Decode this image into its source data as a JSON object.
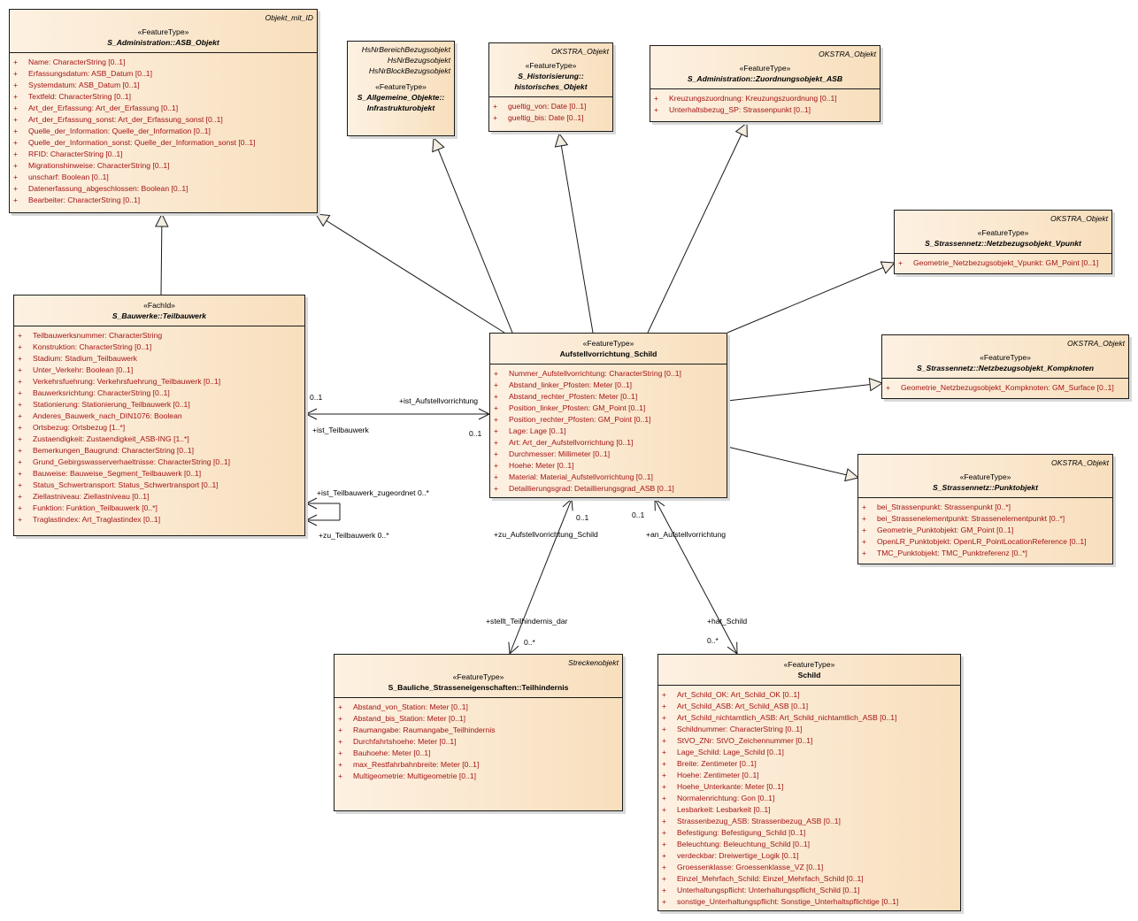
{
  "diagram": {
    "type": "UML class diagram",
    "classes": {
      "asb_objekt": {
        "parents": [
          "Objekt_mit_ID"
        ],
        "stereotype": "«FeatureType»",
        "name": "S_Administration::ASB_Objekt",
        "attributes": [
          {
            "vis": "+",
            "text": "Name: CharacterString [0..1]"
          },
          {
            "vis": "+",
            "text": "Erfassungsdatum: ASB_Datum [0..1]"
          },
          {
            "vis": "+",
            "text": "Systemdatum: ASB_Datum [0..1]"
          },
          {
            "vis": "+",
            "text": "Textfeld: CharacterString [0..1]"
          },
          {
            "vis": "+",
            "text": "Art_der_Erfassung: Art_der_Erfassung [0..1]"
          },
          {
            "vis": "+",
            "text": "Art_der_Erfassung_sonst: Art_der_Erfassung_sonst [0..1]"
          },
          {
            "vis": "+",
            "text": "Quelle_der_Information: Quelle_der_Information [0..1]"
          },
          {
            "vis": "+",
            "text": "Quelle_der_Information_sonst: Quelle_der_Information_sonst [0..1]"
          },
          {
            "vis": "+",
            "text": "RFID: CharacterString [0..1]"
          },
          {
            "vis": "+",
            "text": "Migrationshinweise: CharacterString [0..1]"
          },
          {
            "vis": "+",
            "text": "unscharf: Boolean [0..1]"
          },
          {
            "vis": "+",
            "text": "Datenerfassung_abgeschlossen: Boolean [0..1]"
          },
          {
            "vis": "+",
            "text": "Bearbeiter: CharacterString [0..1]"
          }
        ]
      },
      "infrastrukturobjekt": {
        "parents": [
          "HsNrBereichBezugsobjekt",
          "HsNrBezugsobjekt",
          "HsNrBlockBezugsobjekt"
        ],
        "stereotype": "«FeatureType»",
        "name_line1": "S_Allgemeine_Objekte::",
        "name_line2": "Infrastrukturobjekt",
        "attributes": []
      },
      "historisches_objekt": {
        "parents": [
          "OKSTRA_Objekt"
        ],
        "stereotype": "«FeatureType»",
        "name_line1": "S_Historisierung::",
        "name_line2": "historisches_Objekt",
        "attributes": [
          {
            "vis": "+",
            "text": "gueltig_von: Date [0..1]"
          },
          {
            "vis": "+",
            "text": "gueltig_bis: Date [0..1]"
          }
        ]
      },
      "zuordnungsobjekt_asb": {
        "parents": [
          "OKSTRA_Objekt"
        ],
        "stereotype": "«FeatureType»",
        "name": "S_Administration::Zuordnungsobjekt_ASB",
        "attributes": [
          {
            "vis": "+",
            "text": "Kreuzungszuordnung: Kreuzungszuordnung [0..1]"
          },
          {
            "vis": "+",
            "text": "Unterhaltsbezug_SP: Strassenpunkt [0..1]"
          }
        ]
      },
      "netzbezug_vpunkt": {
        "parents": [
          "OKSTRA_Objekt"
        ],
        "stereotype": "«FeatureType»",
        "name": "S_Strassennetz::Netzbezugsobjekt_Vpunkt",
        "attributes": [
          {
            "vis": "+",
            "text": "Geometrie_Netzbezugsobjekt_Vpunkt: GM_Point [0..1]"
          }
        ]
      },
      "netzbezug_kompknoten": {
        "parents": [
          "OKSTRA_Objekt"
        ],
        "stereotype": "«FeatureType»",
        "name": "S_Strassennetz::Netzbezugsobjekt_Kompknoten",
        "attributes": [
          {
            "vis": "+",
            "text": "Geometrie_Netzbezugsobjekt_Kompknoten: GM_Surface [0..1]"
          }
        ]
      },
      "punktobjekt": {
        "parents": [
          "OKSTRA_Objekt"
        ],
        "stereotype": "«FeatureType»",
        "name": "S_Strassennetz::Punktobjekt",
        "attributes": [
          {
            "vis": "+",
            "text": "bei_Strassenpunkt: Strassenpunkt [0..*]"
          },
          {
            "vis": "+",
            "text": "bei_Strassenelementpunkt: Strassenelementpunkt [0..*]"
          },
          {
            "vis": "+",
            "text": "Geometrie_Punktobjekt: GM_Point [0..1]"
          },
          {
            "vis": "+",
            "text": "OpenLR_Punktobjekt: OpenLR_PointLocationReference [0..1]"
          },
          {
            "vis": "+",
            "text": "TMC_Punktobjekt: TMC_Punktreferenz [0..*]"
          }
        ]
      },
      "teilbauwerk": {
        "parents": [],
        "stereotype": "«FachId»",
        "name": "S_Bauwerke::Teilbauwerk",
        "attributes": [
          {
            "vis": "+",
            "text": "Teilbauwerksnummer: CharacterString"
          },
          {
            "vis": "+",
            "text": "Konstruktion: CharacterString [0..1]"
          },
          {
            "vis": "+",
            "text": "Stadium: Stadium_Teilbauwerk"
          },
          {
            "vis": "+",
            "text": "Unter_Verkehr: Boolean [0..1]"
          },
          {
            "vis": "+",
            "text": "Verkehrsfuehrung: Verkehrsfuehrung_Teilbauwerk [0..1]"
          },
          {
            "vis": "+",
            "text": "Bauwerksrichtung: CharacterString [0..1]"
          },
          {
            "vis": "+",
            "text": "Stationierung: Stationierung_Teilbauwerk [0..1]"
          },
          {
            "vis": "+",
            "text": "Anderes_Bauwerk_nach_DIN1076: Boolean"
          },
          {
            "vis": "+",
            "text": "Ortsbezug: Ortsbezug [1..*]"
          },
          {
            "vis": "+",
            "text": "Zustaendigkeit: Zustaendigkeit_ASB-ING [1..*]"
          },
          {
            "vis": "+",
            "text": "Bemerkungen_Baugrund: CharacterString [0..1]"
          },
          {
            "vis": "+",
            "text": "Grund_Gebirgswasserverhaeltnisse: CharacterString [0..1]"
          },
          {
            "vis": "+",
            "text": "Bauweise: Bauweise_Segment_Teilbauwerk [0..1]"
          },
          {
            "vis": "+",
            "text": "Status_Schwertransport: Status_Schwertransport [0..1]"
          },
          {
            "vis": "+",
            "text": "Ziellastniveau: Ziellastniveau [0..1]"
          },
          {
            "vis": "+",
            "text": "Funktion: Funktion_Teilbauwerk [0..*]"
          },
          {
            "vis": "+",
            "text": "Traglastindex: Art_Traglastindex [0..1]"
          }
        ]
      },
      "aufstellvorrichtung": {
        "parents": [],
        "stereotype": "«FeatureType»",
        "name": "Aufstellvorrichtung_Schild",
        "attributes": [
          {
            "vis": "+",
            "text": "Nummer_Aufstellvorrichtung: CharacterString [0..1]"
          },
          {
            "vis": "+",
            "text": "Abstand_linker_Pfosten: Meter [0..1]"
          },
          {
            "vis": "+",
            "text": "Abstand_rechter_Pfosten: Meter [0..1]"
          },
          {
            "vis": "+",
            "text": "Position_linker_Pfosten: GM_Point [0..1]"
          },
          {
            "vis": "+",
            "text": "Position_rechter_Pfosten: GM_Point [0..1]"
          },
          {
            "vis": "+",
            "text": "Lage: Lage [0..1]"
          },
          {
            "vis": "+",
            "text": "Art: Art_der_Aufstellvorrichtung [0..1]"
          },
          {
            "vis": "+",
            "text": "Durchmesser: Millimeter [0..1]"
          },
          {
            "vis": "+",
            "text": "Hoehe: Meter [0..1]"
          },
          {
            "vis": "+",
            "text": "Material: Material_Aufstellvorrichtung [0..1]"
          },
          {
            "vis": "+",
            "text": "Detaillierungsgrad: Detaillierungsgrad_ASB [0..1]"
          }
        ]
      },
      "teilhindernis": {
        "parents": [
          "Streckenobjekt"
        ],
        "stereotype": "«FeatureType»",
        "name": "S_Bauliche_Strasseneigenschaften::Teilhindernis",
        "attributes": [
          {
            "vis": "+",
            "text": "Abstand_von_Station: Meter [0..1]"
          },
          {
            "vis": "+",
            "text": "Abstand_bis_Station: Meter [0..1]"
          },
          {
            "vis": "+",
            "text": "Raumangabe: Raumangabe_Teilhindernis"
          },
          {
            "vis": "+",
            "text": "Durchfahrtshoehe: Meter [0..1]"
          },
          {
            "vis": "+",
            "text": "Bauhoehe: Meter [0..1]"
          },
          {
            "vis": "+",
            "text": "max_Restfahrbahnbreite: Meter [0..1]"
          },
          {
            "vis": "+",
            "text": "Multigeometrie: Multigeometrie [0..1]"
          }
        ]
      },
      "schild": {
        "parents": [],
        "stereotype": "«FeatureType»",
        "name": "Schild",
        "attributes": [
          {
            "vis": "+",
            "text": "Art_Schild_OK: Art_Schild_OK [0..1]"
          },
          {
            "vis": "+",
            "text": "Art_Schild_ASB: Art_Schild_ASB [0..1]"
          },
          {
            "vis": "+",
            "text": "Art_Schild_nichtamtlich_ASB: Art_Schild_nichtamtlich_ASB [0..1]"
          },
          {
            "vis": "+",
            "text": "Schildnummer: CharacterString [0..1]"
          },
          {
            "vis": "+",
            "text": "StVO_ZNr: StVO_Zeichennummer [0..1]"
          },
          {
            "vis": "+",
            "text": "Lage_Schild: Lage_Schild [0..1]"
          },
          {
            "vis": "+",
            "text": "Breite: Zentimeter [0..1]"
          },
          {
            "vis": "+",
            "text": "Hoehe: Zentimeter [0..1]"
          },
          {
            "vis": "+",
            "text": "Hoehe_Unterkante: Meter [0..1]"
          },
          {
            "vis": "+",
            "text": "Normalenrichtung: Gon [0..1]"
          },
          {
            "vis": "+",
            "text": "Lesbarkeit: Lesbarkeit [0..1]"
          },
          {
            "vis": "+",
            "text": "Strassenbezug_ASB: Strassenbezug_ASB [0..1]"
          },
          {
            "vis": "+",
            "text": "Befestigung: Befestigung_Schild [0..1]"
          },
          {
            "vis": "+",
            "text": "Beleuchtung: Beleuchtung_Schild [0..1]"
          },
          {
            "vis": "+",
            "text": "verdeckbar: Dreiwertige_Logik [0..1]"
          },
          {
            "vis": "+",
            "text": "Groessenklasse: Groessenklasse_VZ [0..1]"
          },
          {
            "vis": "+",
            "text": "Einzel_Mehrfach_Schild: Einzel_Mehrfach_Schild [0..1]"
          },
          {
            "vis": "+",
            "text": "Unterhaltungspflicht: Unterhaltungspflicht_Schild [0..1]"
          },
          {
            "vis": "+",
            "text": "sonstige_Unterhaltungspflicht: Sonstige_Unterhaltspflichtige [0..1]"
          }
        ]
      }
    },
    "associations": {
      "teilbauwerk_aufstell": {
        "end_teilbauwerk_mult": "0..1",
        "end_teilbauwerk_role": "+ist_Teilbauwerk",
        "end_aufstell_role": "+ist_Aufstellvorrichtung",
        "end_aufstell_mult": "0..1"
      },
      "teilbauwerk_self": {
        "role_a": "+ist_Teilbauwerk_zugeordnet 0..*",
        "role_b": "+zu_Teilbauwerk 0..*"
      },
      "aufstell_teilhindernis": {
        "end_aufstell_mult": "0..1",
        "end_aufstell_role": "+zu_Aufstellvorrichtung_Schild",
        "end_teilhindernis_role": "+stellt_Teilhindernis_dar",
        "end_teilhindernis_mult": "0..*"
      },
      "aufstell_schild": {
        "end_aufstell_mult": "0..1",
        "end_aufstell_role": "+an_Aufstellvorrichtung",
        "end_schild_role": "+hat_Schild",
        "end_schild_mult": "0..*"
      }
    },
    "colors": {
      "attribute_text": "#a31515",
      "box_fill_light": "#fdf1e2",
      "box_fill_dark": "#f8dfbd",
      "border": "#1a1a1a"
    }
  }
}
